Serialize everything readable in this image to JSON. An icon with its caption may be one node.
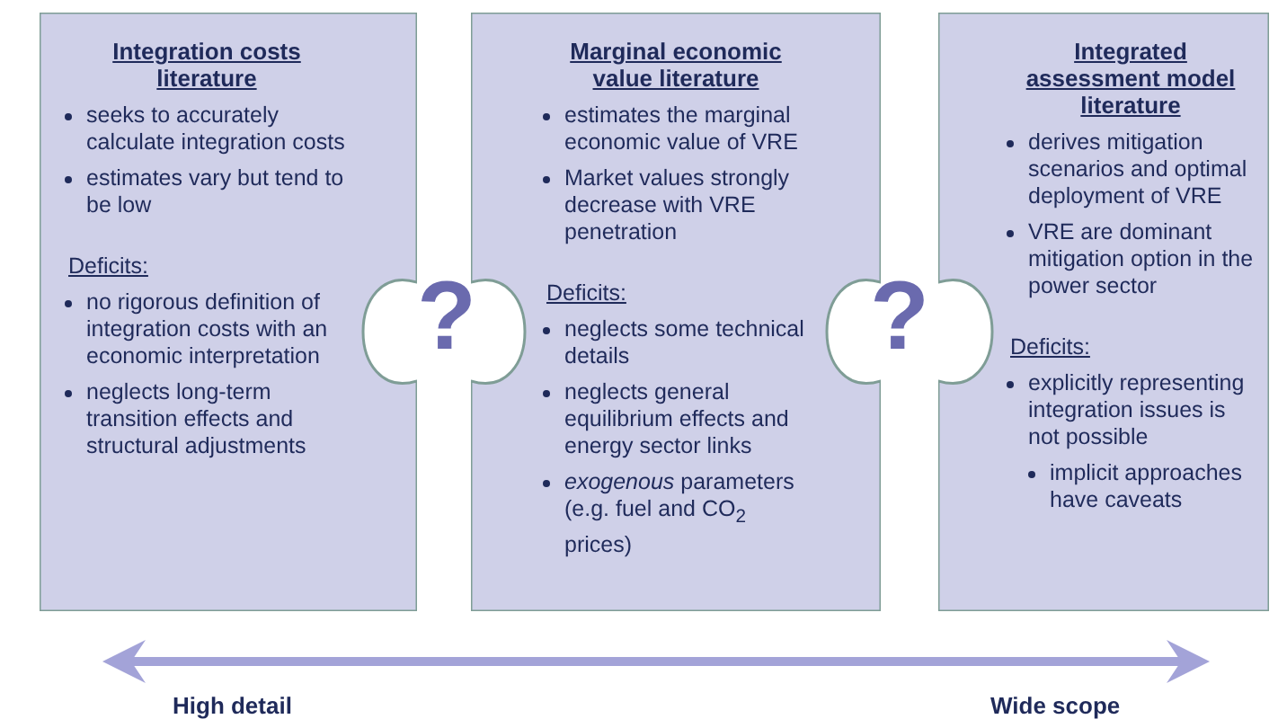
{
  "diagram": {
    "nodes": [
      {
        "text": [
          "Integration costs literature",
          "seeks to accurately calculate integration costs",
          "estimates vary but tend to be low",
          "Deficits:",
          "no rigorous definition of integration costs with an economic interpretation",
          "neglects long-term transition effects and structural adjustments"
        ]
      },
      {
        "text": [
          "Marginal economic value literature",
          "estimates the marginal economic value of VRE",
          "Market values strongly decrease with VRE penetration",
          "Deficits:",
          "neglects some technical details",
          "neglects general equilibrium effects and energy sector links",
          "*exogenous* parameters (e.g. fuel and CO$_{2}$ prices)"
        ]
      },
      {
        "text": [
          "Integrated assessment model literature",
          "derives mitigation scenarios and optimal deployment of VRE",
          "VRE are dominant mitigation option in the power sector",
          "Deficits:",
          "explicitly representing integration issues is not possible",
          "implicit approaches have caveats"
        ]
      }
    ],
    "labels": [
      "?",
      "?",
      "High detail",
      "Wide scope"
    ]
  }
}
